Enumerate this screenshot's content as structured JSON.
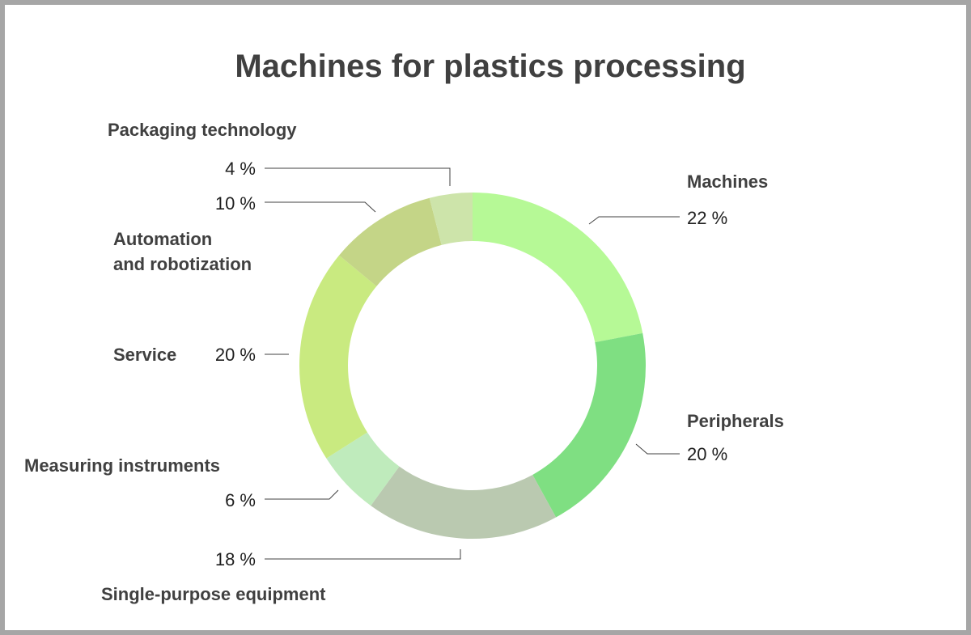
{
  "chart_data": {
    "type": "pie",
    "title": "Machines for plastics processing",
    "unit": "%",
    "slices": [
      {
        "name": "Machines",
        "value": 22,
        "label": "22 %",
        "color": "#b6f996"
      },
      {
        "name": "Peripherals",
        "value": 20,
        "label": "20 %",
        "color": "#7fdf82"
      },
      {
        "name": "Single-purpose equipment",
        "value": 18,
        "label": "18 %",
        "color": "#bac9b0"
      },
      {
        "name": "Measuring instruments",
        "value": 6,
        "label": "6 %",
        "color": "#bfebbc"
      },
      {
        "name": "Service",
        "value": 20,
        "label": "20 %",
        "color": "#c9ea80"
      },
      {
        "name": "Automation and robotization",
        "value": 10,
        "label": "10 %",
        "color": "#c4d587"
      },
      {
        "name": "Packaging technology",
        "value": 4,
        "label": "4 %",
        "color": "#cde4aa"
      }
    ],
    "donut": true,
    "legend": "none"
  },
  "colors": {
    "frame": "#a6a6a6",
    "title": "#404040",
    "leader_line": "#404040"
  }
}
